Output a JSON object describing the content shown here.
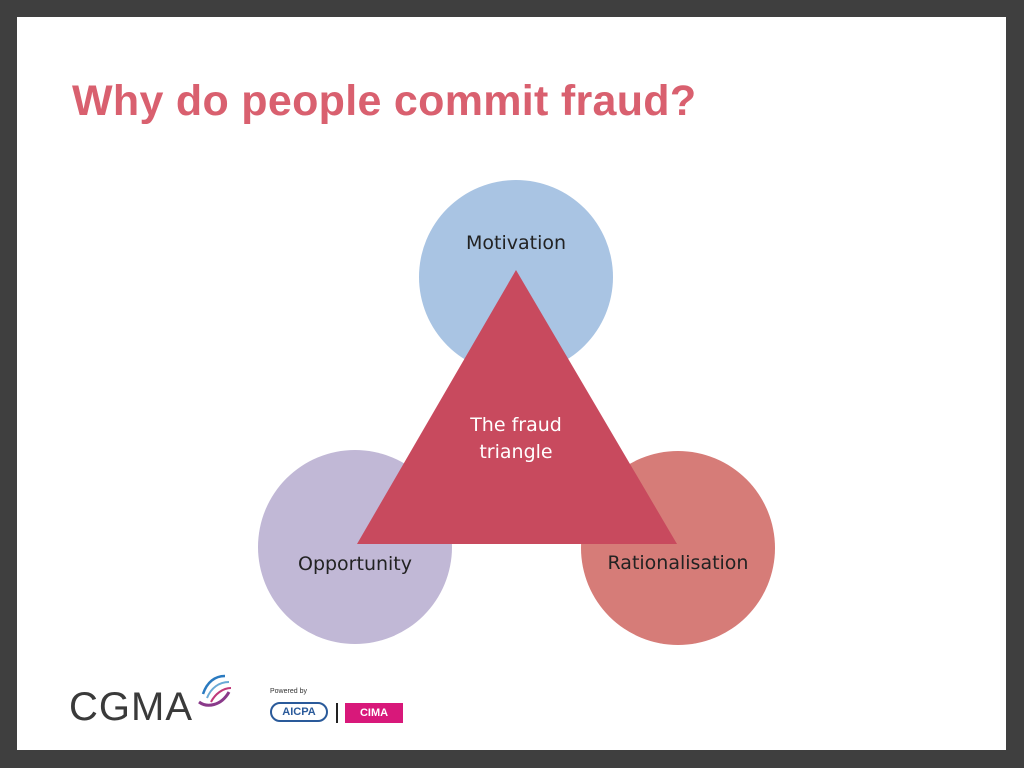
{
  "title": "Why do people commit fraud?",
  "colors": {
    "title": "#d9606f",
    "frame": "#3f3f3f",
    "motivation": "#a9c4e3",
    "opportunity": "#c1b8d6",
    "rationalisation": "#d67c78",
    "triangle": "#c84a5e",
    "cgma_text": "#3a3a3a",
    "aicpa": "#2a5a9a",
    "cima": "#d8187a"
  },
  "diagram": {
    "center": {
      "line1": "The fraud",
      "line2": "triangle"
    },
    "nodes": {
      "motivation": "Motivation",
      "opportunity": "Opportunity",
      "rationalisation": "Rationalisation"
    }
  },
  "footer": {
    "cgma": "CGMA",
    "powered_by": "Powered by",
    "aicpa": "AICPA",
    "cima": "CIMA"
  }
}
